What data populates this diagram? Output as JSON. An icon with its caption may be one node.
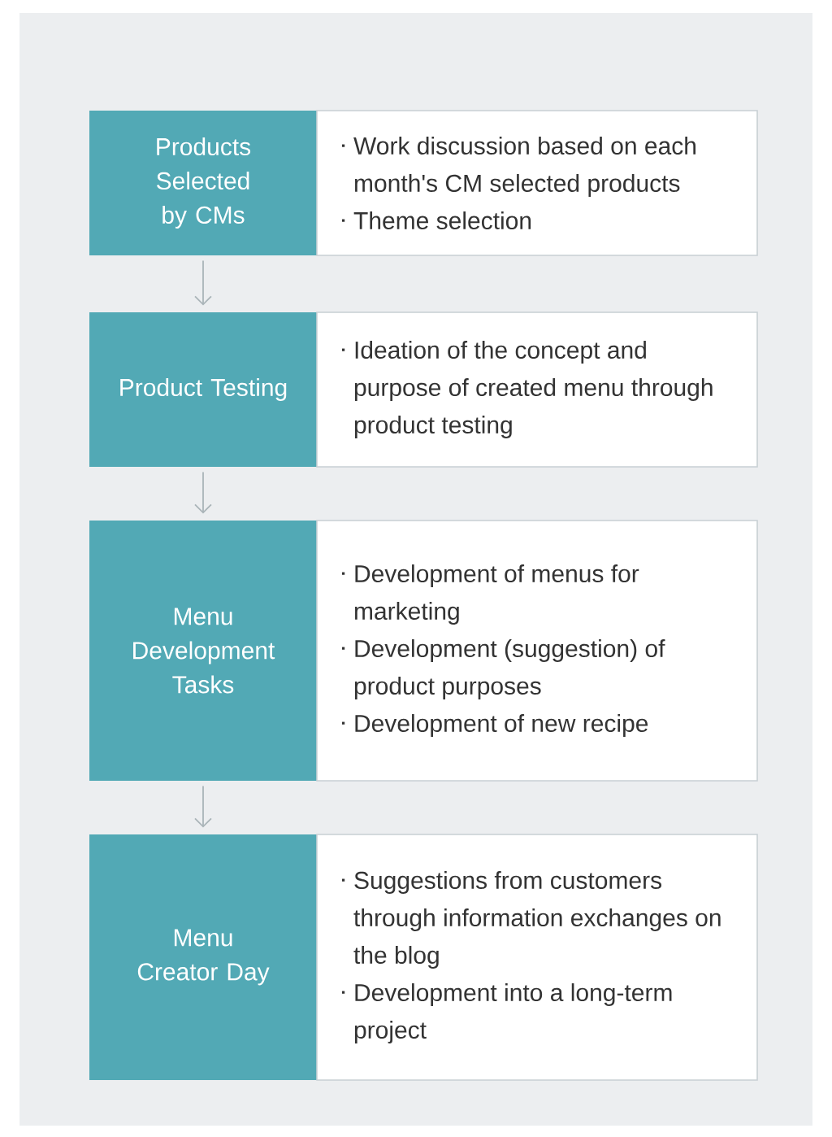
{
  "diagram": {
    "nodes": [
      {
        "text": [
          "Products Selected by CMs"
        ]
      },
      {
        "text": [
          "Work discussion based on each month's CM selected products",
          "Theme selection"
        ]
      },
      {
        "text": [
          "Product Testing"
        ]
      },
      {
        "text": [
          "Ideation of the concept and purpose of created menu through product testing"
        ]
      },
      {
        "text": [
          "Menu Development Tasks"
        ]
      },
      {
        "text": [
          "Development of menus for marketing",
          "Development (suggestion) of product purposes",
          "Development of new recipe"
        ]
      },
      {
        "text": [
          "Menu Creator Day"
        ]
      },
      {
        "text": [
          "Suggestions from customers through information exchanges on the blog",
          "Development into a long-term project"
        ]
      }
    ],
    "edges": [
      {
        "from": 0,
        "to": 2,
        "arrow": "to"
      },
      {
        "from": 2,
        "to": 4,
        "arrow": "to"
      },
      {
        "from": 4,
        "to": 6,
        "arrow": "to"
      }
    ]
  }
}
